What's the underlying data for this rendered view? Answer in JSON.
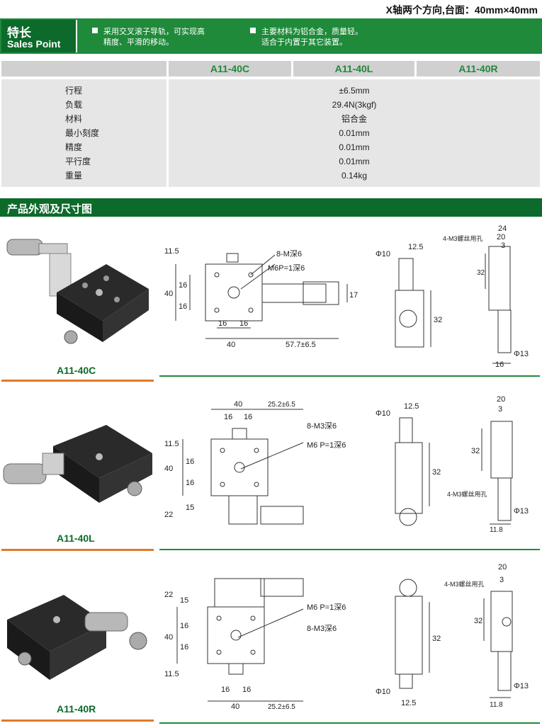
{
  "header": {
    "title": "X轴两个方向,台面：40mm×40mm"
  },
  "features": {
    "title_cn": "特长",
    "title_en": "Sales Point",
    "points": [
      {
        "line1": "采用交叉滚子导轨，可实现高",
        "line2": "精度、平滑的移动。"
      },
      {
        "line1": "主要材料为铝合金，质量轻。",
        "line2": "适合于内置于其它装置。"
      }
    ]
  },
  "spec_table": {
    "models": [
      "A11-40C",
      "A11-40L",
      "A11-40R"
    ],
    "rows": [
      {
        "label": "行程",
        "value": "±6.5mm"
      },
      {
        "label": "负载",
        "value": "29.4N(3kgf)"
      },
      {
        "label": "材料",
        "value": "铝合金"
      },
      {
        "label": "最小刻度",
        "value": "0.01mm"
      },
      {
        "label": "精度",
        "value": "0.01mm"
      },
      {
        "label": "平行度",
        "value": "0.01mm"
      },
      {
        "label": "重量",
        "value": "0.14kg"
      }
    ]
  },
  "section": {
    "title": "产品外观及尺寸图"
  },
  "products": [
    {
      "name": "A11-40C",
      "front": {
        "d115": "11.5",
        "d40": "40",
        "d16a": "16",
        "d16b": "16",
        "d16c": "16",
        "d16d": "16",
        "d40b": "40",
        "stroke": "57.7±6.5",
        "d17": "17",
        "hole1": "8-M深6",
        "hole2": "M6P=1深6"
      },
      "side": {
        "phi": "Φ10",
        "d125": "12.5",
        "d32": "32"
      },
      "end": {
        "d24": "24",
        "d20": "20",
        "d3": "3",
        "hole": "4-M3螺丝用孔",
        "d32": "32",
        "phi": "Φ13",
        "d16": "16"
      }
    },
    {
      "name": "A11-40L",
      "front": {
        "d40": "40",
        "stroke": "25.2±6.5",
        "d16a": "16",
        "d16b": "16",
        "d115": "11.5",
        "d40b": "40",
        "d16c": "16",
        "d16d": "16",
        "d15": "15",
        "d22": "22",
        "hole1": "8-M3深6",
        "hole2": "M6 P=1深6"
      },
      "side": {
        "phi": "Φ10",
        "d125": "12.5",
        "d32": "32"
      },
      "end": {
        "d20": "20",
        "d3": "3",
        "d32": "32",
        "hole": "4-M3螺丝用孔",
        "phi": "Φ13",
        "d118": "11.8"
      }
    },
    {
      "name": "A11-40R",
      "front": {
        "d22": "22",
        "d15": "15",
        "d40": "40",
        "d16a": "16",
        "d16b": "16",
        "d115": "11.5",
        "d16c": "16",
        "d16d": "16",
        "d40b": "40",
        "stroke": "25.2±6.5",
        "hole1": "M6 P=1深6",
        "hole2": "8-M3深6"
      },
      "side": {
        "phi": "Φ10",
        "d125": "12.5",
        "d32": "32"
      },
      "end": {
        "d20": "20",
        "d3": "3",
        "hole": "4-M3螺丝用孔",
        "d32": "32",
        "phi": "Φ13",
        "d118": "11.8"
      }
    }
  ]
}
